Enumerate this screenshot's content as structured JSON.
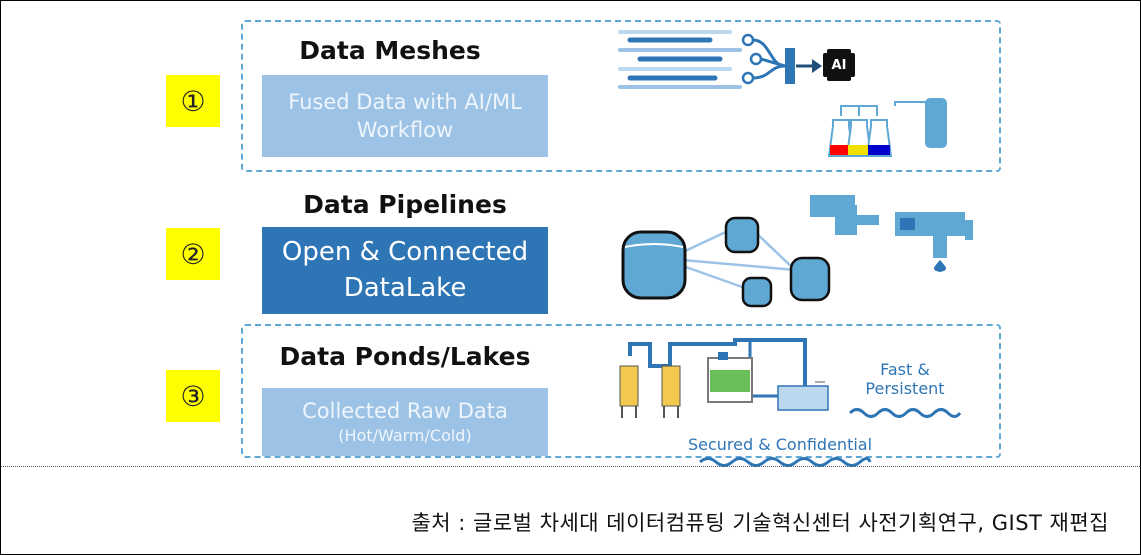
{
  "sections": [
    {
      "badge": "①",
      "title": "Data Meshes",
      "panel_line1": "Fused Data with AI/ML",
      "panel_line2": "Workflow"
    },
    {
      "badge": "②",
      "title": "Data Pipelines",
      "panel_line1": "Open & Connected",
      "panel_line2": "DataLake"
    },
    {
      "badge": "③",
      "title": "Data Ponds/Lakes",
      "panel_line1": "Collected Raw Data",
      "panel_line2": "(Hot/Warm/Cold)"
    }
  ],
  "illustration": {
    "ai_chip_label": "AI",
    "fast_label_line1": "Fast &",
    "fast_label_line2": "Persistent",
    "secured_label": "Secured & Confidential"
  },
  "caption": "출처 : 글로벌 차세대 데이터컴퓨팅 기술혁신센터 사전기획연구, GIST 재편집",
  "colors": {
    "badge": "#ffff00",
    "accent": "#2e75b6",
    "light_panel": "#9cc3e5",
    "dashed_border": "#5fa8d3"
  }
}
